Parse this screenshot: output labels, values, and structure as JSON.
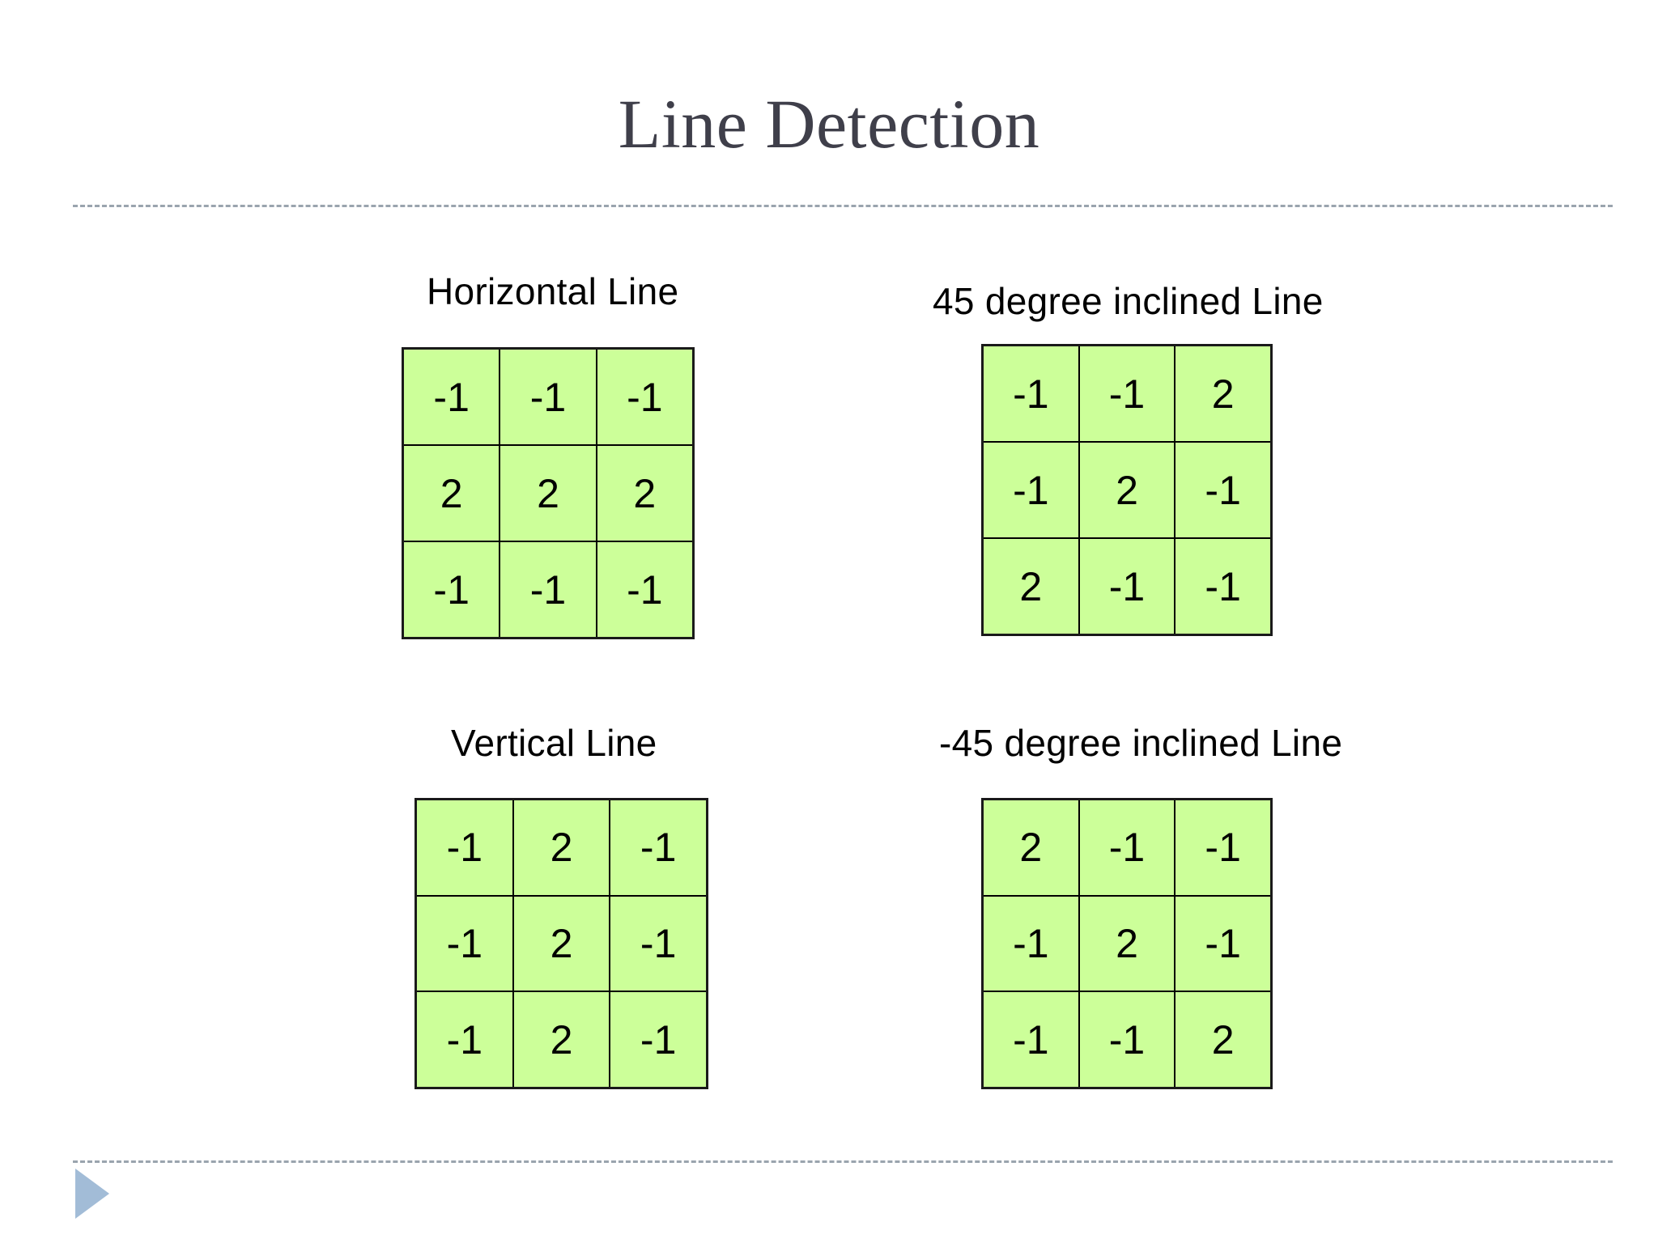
{
  "slide": {
    "title": "Line Detection",
    "title_color": "#3F3F4A",
    "background_color": "#FFFFFF",
    "rule_color": "#9AA4AE",
    "accent_triangle_color": "#A2BCD7"
  },
  "kernel_style": {
    "cell_fill": "#CCFF99",
    "cell_border": "#000000",
    "value_color": "#000000"
  },
  "kernels": [
    {
      "id": "horizontal",
      "caption": "Horizontal Line",
      "rows": [
        [
          "-1",
          "-1",
          "-1"
        ],
        [
          "2",
          "2",
          "2"
        ],
        [
          "-1",
          "-1",
          "-1"
        ]
      ]
    },
    {
      "id": "plus45",
      "caption": "45 degree inclined Line",
      "rows": [
        [
          "-1",
          "-1",
          "2"
        ],
        [
          "-1",
          "2",
          "-1"
        ],
        [
          "2",
          "-1",
          "-1"
        ]
      ]
    },
    {
      "id": "vertical",
      "caption": "Vertical Line",
      "rows": [
        [
          "-1",
          "2",
          "-1"
        ],
        [
          "-1",
          "2",
          "-1"
        ],
        [
          "-1",
          "2",
          "-1"
        ]
      ]
    },
    {
      "id": "minus45",
      "caption": "-45 degree inclined Line",
      "rows": [
        [
          "2",
          "-1",
          "-1"
        ],
        [
          "-1",
          "2",
          "-1"
        ],
        [
          "-1",
          "-1",
          "2"
        ]
      ]
    }
  ]
}
